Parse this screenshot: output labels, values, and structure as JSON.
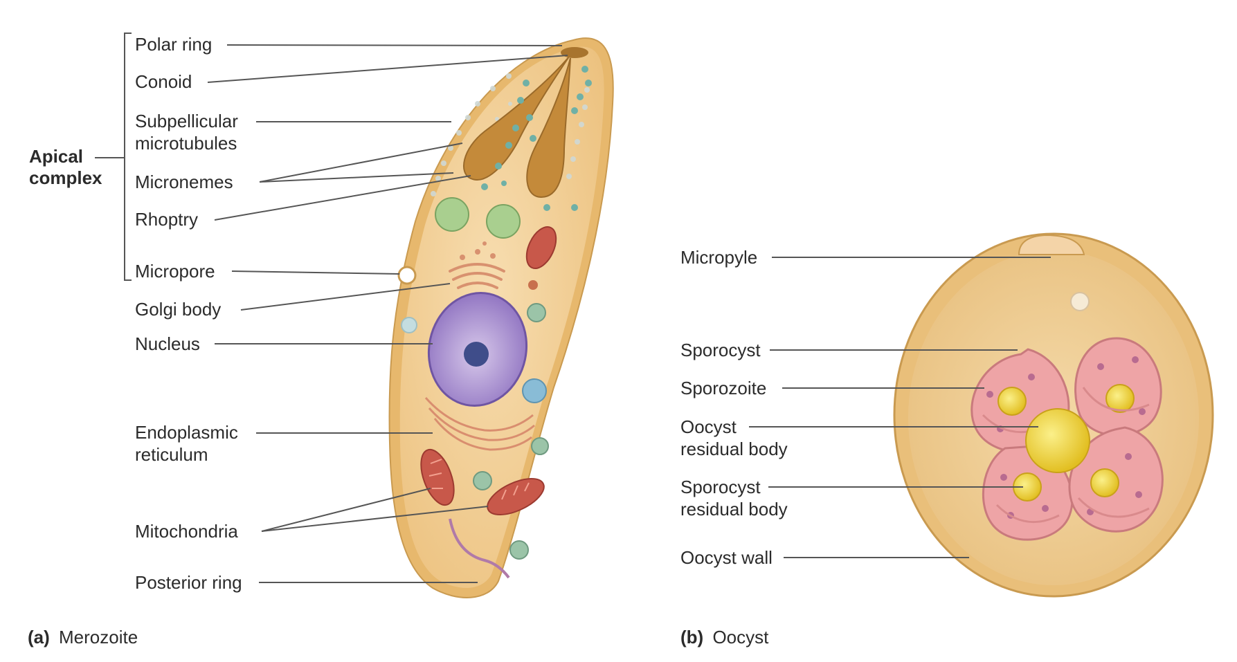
{
  "panel_a": {
    "caption_letter": "(a)",
    "caption_name": "Merozoite",
    "group_label_line1": "Apical",
    "group_label_line2": "complex",
    "labels": {
      "polar_ring": "Polar ring",
      "conoid": "Conoid",
      "subpellicular_1": "Subpellicular",
      "subpellicular_2": "microtubules",
      "micronemes": "Micronemes",
      "rhoptry": "Rhoptry",
      "micropore": "Micropore",
      "golgi": "Golgi body",
      "nucleus": "Nucleus",
      "er_1": "Endoplasmic",
      "er_2": "reticulum",
      "mitochondria": "Mitochondria",
      "posterior_ring": "Posterior ring"
    }
  },
  "panel_b": {
    "caption_letter": "(b)",
    "caption_name": "Oocyst",
    "labels": {
      "micropyle": "Micropyle",
      "sporocyst": "Sporocyst",
      "sporozoite": "Sporozoite",
      "oocyst_residual_1": "Oocyst",
      "oocyst_residual_2": "residual body",
      "sporocyst_residual_1": "Sporocyst",
      "sporocyst_residual_2": "residual body",
      "oocyst_wall": "Oocyst wall"
    }
  },
  "colors": {
    "cell_body": "#f1cf96",
    "cell_membrane": "#e2b367",
    "nucleus": "#9d82c8",
    "mitochondria": "#c8584a",
    "sporocyst": "#eea4a6",
    "residual_body": "#f0d23c"
  }
}
